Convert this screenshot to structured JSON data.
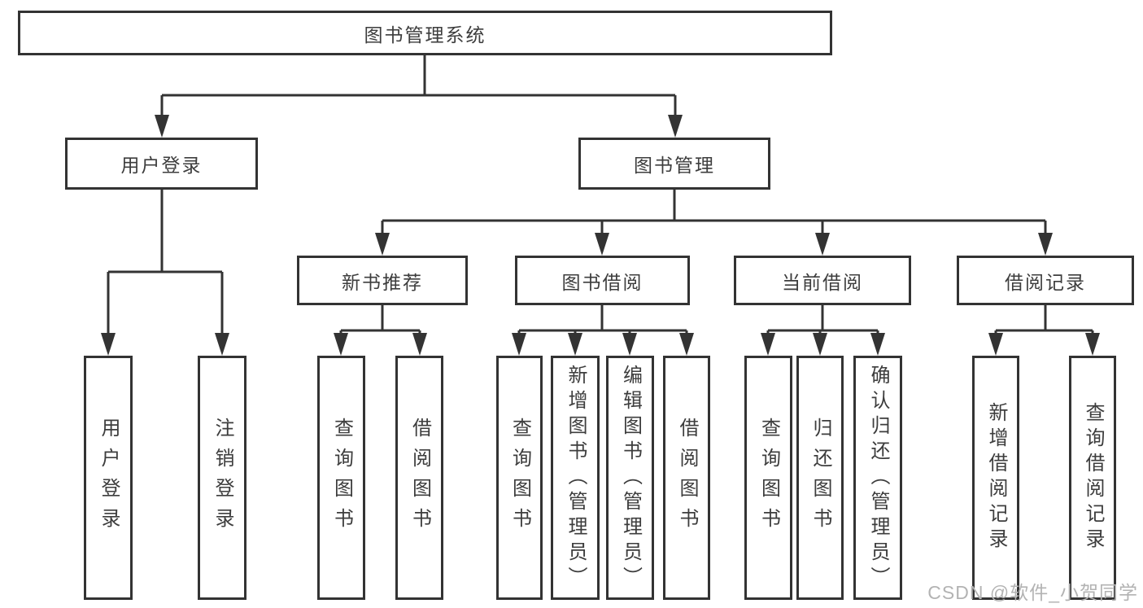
{
  "diagram": {
    "title": "图书管理系统",
    "root": {
      "label": "图书管理系统"
    },
    "level2": [
      {
        "label": "用户登录"
      },
      {
        "label": "图书管理"
      }
    ],
    "level3": [
      {
        "label": "新书推荐"
      },
      {
        "label": "图书借阅"
      },
      {
        "label": "当前借阅"
      },
      {
        "label": "借阅记录"
      }
    ],
    "leaves": [
      {
        "label": "用户登录",
        "parent": "用户登录"
      },
      {
        "label": "注销登录",
        "parent": "用户登录"
      },
      {
        "label": "查询图书",
        "parent": "新书推荐"
      },
      {
        "label": "借阅图书",
        "parent": "新书推荐"
      },
      {
        "label": "查询图书",
        "parent": "图书借阅"
      },
      {
        "label": "新增图书（管理员）",
        "parent": "图书借阅"
      },
      {
        "label": "编辑图书（管理员）",
        "parent": "图书借阅"
      },
      {
        "label": "借阅图书",
        "parent": "图书借阅"
      },
      {
        "label": "查询图书",
        "parent": "当前借阅"
      },
      {
        "label": "归还图书",
        "parent": "当前借阅"
      },
      {
        "label": "确认归还（管理员）",
        "parent": "当前借阅"
      },
      {
        "label": "新增借阅记录",
        "parent": "借阅记录"
      },
      {
        "label": "查询借阅记录",
        "parent": "借阅记录"
      }
    ],
    "watermark": "CSDN @软件_小贺同学",
    "colors": {
      "background": "#ffffff",
      "box_border": "#333333",
      "connector_line": "#333333",
      "arrowhead": "#333333",
      "text": "#3d3d3d",
      "watermark_text": "#b3b3b3"
    }
  }
}
